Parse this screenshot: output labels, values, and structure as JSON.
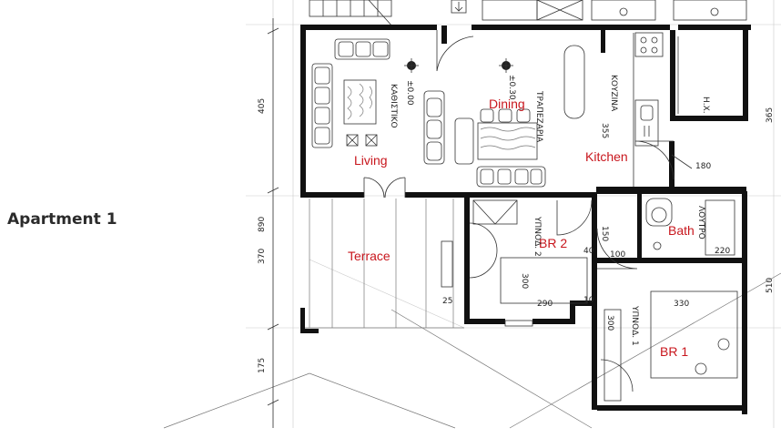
{
  "title": "Apartment 1",
  "colors": {
    "label": "#c8161d",
    "wall": "#111111",
    "line": "#333333"
  },
  "rooms": {
    "living": "Living",
    "dining": "Dining",
    "kitchen": "Kitchen",
    "terrace": "Terrace",
    "br2": "BR 2",
    "bath": "Bath",
    "br1": "BR 1"
  },
  "greek_labels": {
    "living": "ΚΑΘΙΣΤΙΚΟ",
    "dining": "ΤΡΑΠΕΖΑΡΙΑ",
    "kitchen": "ΚΟΥΖΙΝΑ",
    "br2": "ΥΠΝΟΔ. 2",
    "br1": "ΥΠΝΟΔ. 1",
    "bath": "ΛΟΥΤΡΟ",
    "hx": "Η.Χ."
  },
  "levels": {
    "living": "±0.00",
    "dining": "±0.30"
  },
  "dimensions": {
    "left": [
      "405",
      "890",
      "370",
      "175"
    ],
    "right": [
      "365",
      "510"
    ],
    "inner": [
      "355",
      "150",
      "100",
      "220",
      "290",
      "330",
      "300",
      "300",
      "180",
      "40",
      "25",
      "10"
    ]
  }
}
